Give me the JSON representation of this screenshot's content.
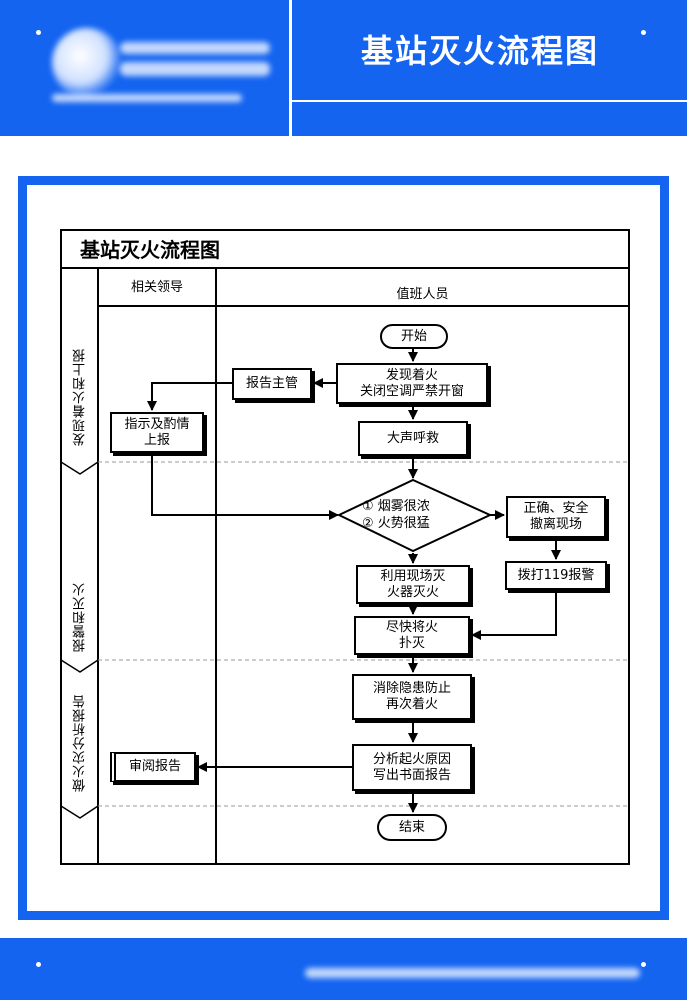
{
  "header": {
    "title": "基站灭火流程图"
  },
  "diagram": {
    "title": "基站灭火流程图",
    "columns": {
      "leaders": "相关领导",
      "staff": "值班人员"
    },
    "phases": {
      "p1": "发现着火和上报",
      "p2": "报警和灭火",
      "p3": "做火灾分析报告"
    },
    "nodes": {
      "start": "开始",
      "discover_1": "发现着火",
      "discover_2": "关闭空调严禁开窗",
      "report_supervisor": "报告主管",
      "instruct_1": "指示及酌情",
      "instruct_2": "上报",
      "shout": "大声呼救",
      "decision_1": "① 烟雾很浓",
      "decision_2": "② 火势很猛",
      "evacuate_1": "正确、安全",
      "evacuate_2": "撤离现场",
      "extinguish_1": "利用现场灭",
      "extinguish_2": "火器灭火",
      "call_119": "拨打119报警",
      "quick_1": "尽快将火",
      "quick_2": "扑灭",
      "eliminate_1": "消除隐患防止",
      "eliminate_2": "再次着火",
      "analyze_1": "分析起火原因",
      "analyze_2": "写出书面报告",
      "review": "审阅报告",
      "end": "结束"
    }
  }
}
